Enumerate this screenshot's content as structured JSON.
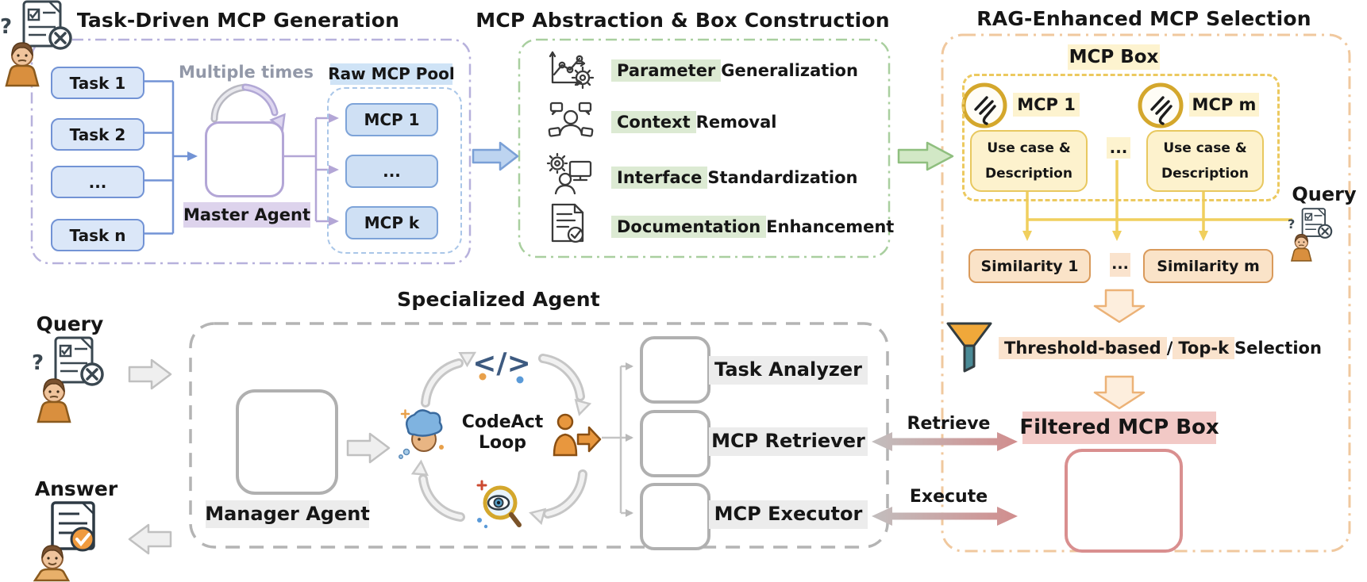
{
  "diagram": {
    "generation": {
      "title": "Task-Driven MCP Generation",
      "multiple_times": "Multiple times",
      "tasks": [
        "Task 1",
        "Task 2",
        "...",
        "Task n"
      ],
      "master_agent": "Master Agent",
      "pool_title": "Raw MCP Pool",
      "pool_items": [
        "MCP 1",
        "...",
        "MCP k"
      ]
    },
    "abstraction": {
      "title": "MCP Abstraction & Box Construction",
      "items": [
        {
          "hl": "Parameter",
          "rest": " Generalization"
        },
        {
          "hl": "Context",
          "rest": " Removal"
        },
        {
          "hl": "Interface",
          "rest": " Standardization"
        },
        {
          "hl": "Documentation",
          "rest": " Enhancement"
        }
      ]
    },
    "selection": {
      "title": "RAG-Enhanced MCP Selection",
      "box_title": "MCP Box",
      "mcp_1": "MCP 1",
      "mcp_m": "MCP m",
      "card_line1": "Use case &",
      "card_line2": "Description",
      "ellipsis": "...",
      "query": "Query",
      "similarity_1": "Similarity 1",
      "similarity_m": "Similarity m",
      "threshold_hl": "Threshold-based",
      "separator": " / ",
      "topk_hl": "Top-k",
      "selection_rest": " Selection",
      "filtered_title": "Filtered MCP Box",
      "retrieve": "Retrieve",
      "execute": "Execute"
    },
    "specialized": {
      "title": "Specialized Agent",
      "query": "Query",
      "answer": "Answer",
      "manager": "Manager Agent",
      "loop_line1": "CodeAct",
      "loop_line2": "Loop",
      "code_glyph": "</>",
      "agents": [
        "Task Analyzer",
        "MCP Retriever",
        "MCP Executor"
      ]
    },
    "colors": {
      "purple_border": "#b7b1dc",
      "green_border": "#a9cf9f",
      "orange_border": "#f0c89e",
      "gray_border": "#b4b4b4",
      "task_fill": "#dbe7f8",
      "task_border": "#7293d5",
      "mcp_fill": "#cfe0f4",
      "usecase_fill": "#fdf2cd",
      "similarity_fill": "#fae3c8",
      "lavender_hl": "#ddd3ec",
      "blue_hl": "#cfe3f6",
      "green_hl": "#dcead3",
      "cream_hl": "#fdf3cf",
      "orange_hl": "#fae3cd",
      "pink_hl": "#f2c9c6",
      "gray_hl": "#ececec"
    }
  }
}
